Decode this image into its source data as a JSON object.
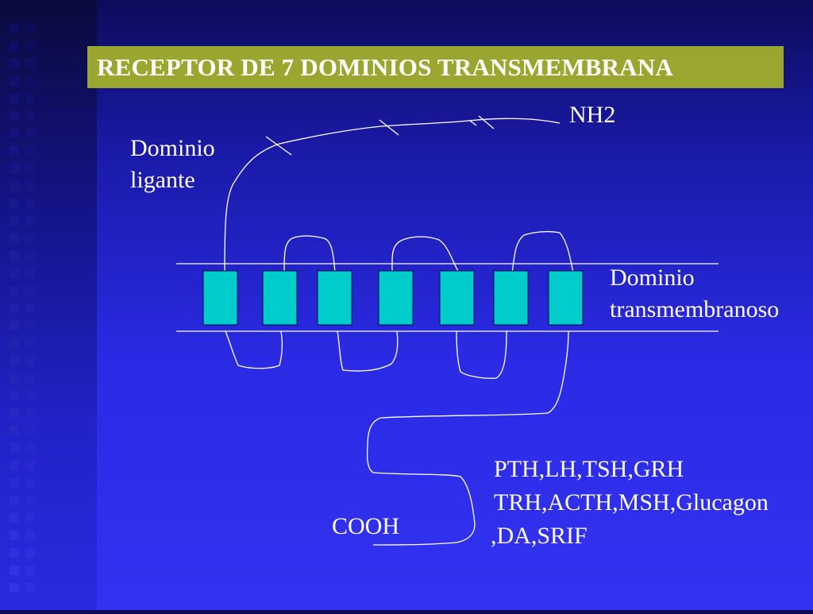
{
  "title": "RECEPTOR DE 7 DOMINIOS TRANSMEMBRANA",
  "labels": {
    "nh2": "NH2",
    "ligand_line1": "Dominio",
    "ligand_line2": "ligante",
    "tm_line1": "Dominio",
    "tm_line2": "transmembranoso",
    "cooh": "COOH",
    "hormones_line1": "PTH,LH,TSH,GRH",
    "hormones_line2": "TRH,ACTH,MSH,Glucagon",
    "hormones_line3": ",DA,SRIF"
  },
  "colors": {
    "background": "#2b2be6",
    "title_bar": "#9aa62f",
    "helix": "#00cccc",
    "lines": "#ffffff"
  },
  "helix_count": 7
}
